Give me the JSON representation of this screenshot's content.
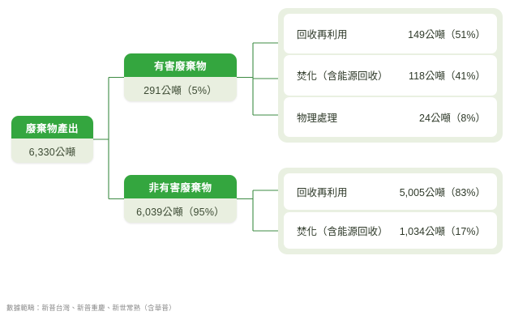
{
  "diagram": {
    "accent_green": "#34a63f",
    "panel_green": "#e9f0e1",
    "node_body_green": "#e9efe0",
    "connector_green": "#3d8b43",
    "root": {
      "title": "廢棄物產出",
      "value": "6,330公噸"
    },
    "branches": [
      {
        "key": "hazardous",
        "title": "有害廢棄物",
        "value": "291公噸（5%）",
        "rows": [
          {
            "label": "回收再利用",
            "value": "149公噸（51%）"
          },
          {
            "label": "焚化（含能源回收）",
            "value": "118公噸（41%）"
          },
          {
            "label": "物理處理",
            "value": "24公噸（8%）"
          }
        ]
      },
      {
        "key": "non-hazardous",
        "title": "非有害廢棄物",
        "value": "6,039公噸（95%）",
        "rows": [
          {
            "label": "回收再利用",
            "value": "5,005公噸（83%）"
          },
          {
            "label": "焚化（含能源回收）",
            "value": "1,034公噸（17%）"
          }
        ]
      }
    ],
    "footnote": "數據範疇：新普台灣、新普重慶、新世常熟（含華普）"
  },
  "chart_data": {
    "type": "table",
    "title": "廢棄物產出",
    "total": {
      "label": "廢棄物產出",
      "value": 6330,
      "unit": "公噸"
    },
    "categories": [
      "有害廢棄物",
      "非有害廢棄物"
    ],
    "values": [
      291,
      6039
    ],
    "percentages": [
      5,
      95
    ],
    "breakdown": [
      {
        "category": "有害廢棄物",
        "total": 291,
        "percent": 5,
        "items": [
          {
            "label": "回收再利用",
            "value": 149,
            "percent": 51
          },
          {
            "label": "焚化（含能源回收）",
            "value": 118,
            "percent": 41
          },
          {
            "label": "物理處理",
            "value": 24,
            "percent": 8
          }
        ]
      },
      {
        "category": "非有害廢棄物",
        "total": 6039,
        "percent": 95,
        "items": [
          {
            "label": "回收再利用",
            "value": 5005,
            "percent": 83
          },
          {
            "label": "焚化（含能源回收）",
            "value": 1034,
            "percent": 17
          }
        ]
      }
    ],
    "unit": "公噸",
    "xlabel": "",
    "ylabel": "",
    "annotations": [
      "數據範疇：新普台灣、新普重慶、新世常熟（含華普）"
    ]
  }
}
